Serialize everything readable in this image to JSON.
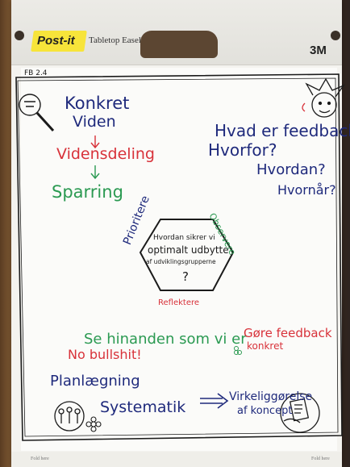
{
  "pad_header": {
    "logo_text": "Post-it",
    "pad_name": "Tabletop Easel Pad",
    "brand": "3M"
  },
  "footer": {
    "left_fold": "Fold here",
    "right_fold": "Fold here"
  },
  "sheet": {
    "tag": "FB 2.4",
    "left_chain": [
      "Konkret",
      "Viden",
      "Vidensdeling",
      "Sparring"
    ],
    "questions": [
      "Hvad er feedback?",
      "Hvorfor?",
      "Hvordan?",
      "Hvornår?"
    ],
    "center_question": [
      "Hvordan sikrer vi",
      "optimalt udbytte",
      "af udviklingsgrupperne",
      "?"
    ],
    "hexagon_labels": {
      "left": "Prioritere",
      "right": "Observere",
      "bottom": "Reflektere"
    },
    "bottom_lines": {
      "see": "Se hinanden som vi er",
      "no_bullshit": "No bullshit!",
      "concrete_feedback": [
        "Gøre feedback",
        "konkret"
      ],
      "planning": [
        "Planlægning",
        "Systematik"
      ],
      "realize": [
        "Virkeliggørelse",
        "af koncept"
      ]
    }
  },
  "colors": {
    "navy": "#1f2a7c",
    "red": "#d8323a",
    "green": "#2b9a52",
    "paper": "#fbfbf9"
  },
  "icons": [
    "magnifier-icon",
    "jester-icon",
    "people-icon",
    "flower-icon",
    "document-hand-icon",
    "arrow-icon"
  ]
}
